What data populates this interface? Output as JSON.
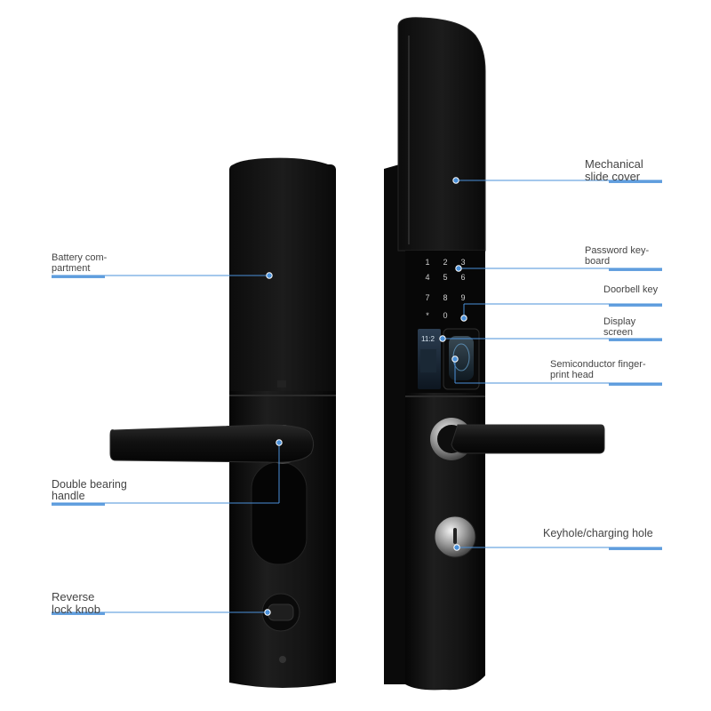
{
  "keypad": {
    "keys": [
      "1",
      "2",
      "3",
      "4",
      "5",
      "6",
      "7",
      "8",
      "9",
      "*",
      "0"
    ],
    "display_time": "11:2"
  },
  "callouts": {
    "battery": [
      "Battery com-",
      "partment"
    ],
    "handle": [
      "Double bearing",
      "handle"
    ],
    "knob": [
      "Reverse",
      "lock knob"
    ],
    "cover": [
      "Mechanical",
      "slide cover"
    ],
    "password": [
      "Password key-",
      "board"
    ],
    "doorbell": [
      "Doorbell key"
    ],
    "display": [
      "Display",
      "screen"
    ],
    "fingerprint": [
      "Semiconductor finger-",
      "print head"
    ],
    "keyhole": [
      "Keyhole/charging hole"
    ]
  },
  "colors": {
    "leader": "#4a90d9",
    "label_text": "#444444",
    "body": "#121212"
  }
}
